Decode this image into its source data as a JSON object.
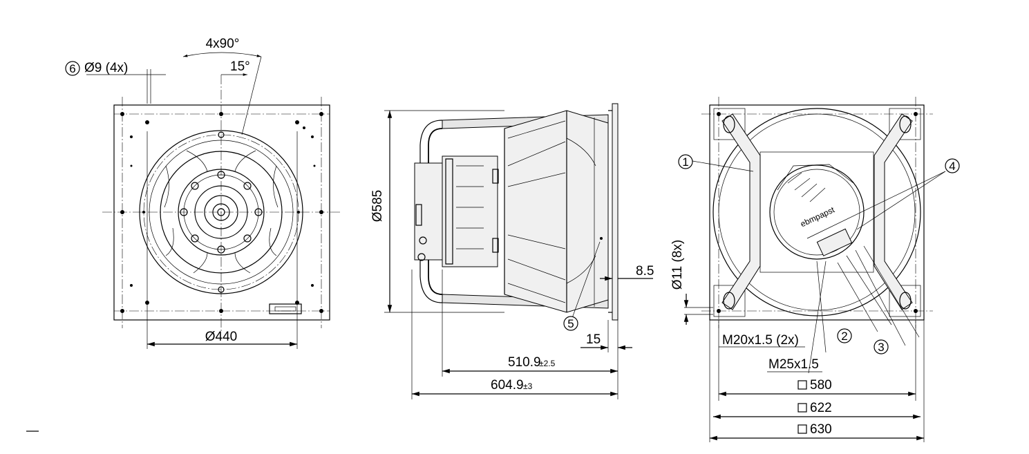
{
  "views": {
    "front": {
      "hole_callout_number": "6",
      "hole_label": "Ø9 (4x)",
      "angle_pattern": "4x90°",
      "angle_offset": "15°",
      "diameter_bottom": "Ø440"
    },
    "side": {
      "diameter": "Ø585",
      "flange_thickness": "8.5",
      "callout_5": "5",
      "flange_offset": "15",
      "length_short": "510.9",
      "length_short_tol": "±2.5",
      "length_long": "604.9",
      "length_long_tol": "±3"
    },
    "rear": {
      "callout_1": "1",
      "callout_2": "2",
      "callout_3": "3",
      "callout_4": "4",
      "mount_holes": "Ø11 (8x)",
      "gland_small": "M20x1.5 (2x)",
      "gland_large": "M25x1.5",
      "square_580": "580",
      "square_622": "622",
      "square_630": "630",
      "brand_text": "ebmpapst"
    }
  }
}
